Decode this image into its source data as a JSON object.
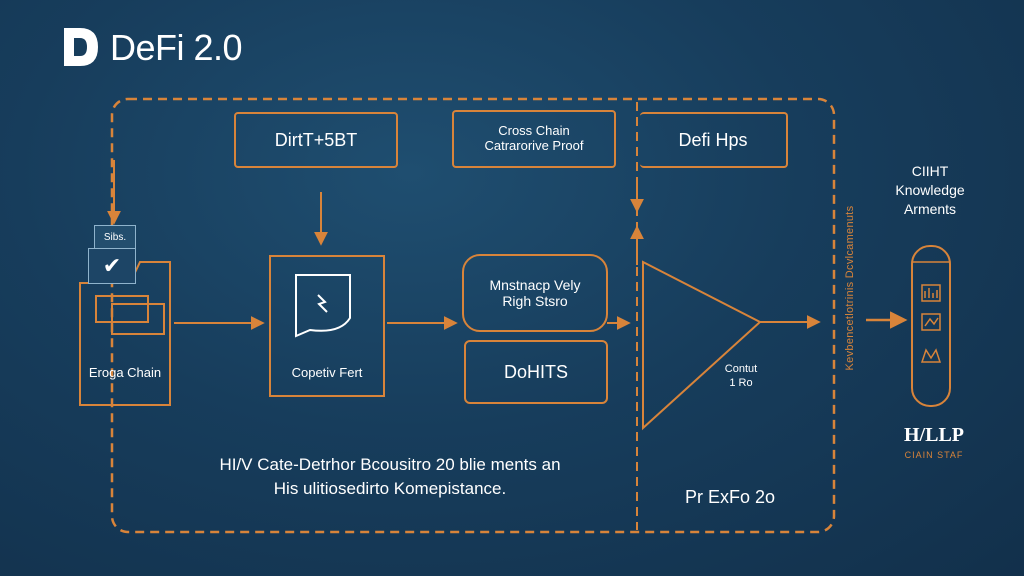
{
  "logo": {
    "text": "DeFi 2.0"
  },
  "top_boxes": {
    "box1": "DirtT+5BT",
    "box2_line1": "Cross Chain",
    "box2_line2": "Catrarorive Proof",
    "box3": "Defi Hps"
  },
  "left_node": {
    "badge": "Sibs.",
    "label": "Eroga Chain"
  },
  "center_node": {
    "label": "Copetiv Fert"
  },
  "pill_top": {
    "line1": "Mnstnacp Vely",
    "line2": "Righ Stsro"
  },
  "pill_bottom": {
    "label": "DoHITS"
  },
  "triangle_note": {
    "line1": "Contut",
    "line2": "1 Ro"
  },
  "description": {
    "line1": "HI/V Cate-Detrhor Bcousitro 20 blie ments an",
    "line2": "His ulitiosedirto Komepistance."
  },
  "footer_label": "Pr ExFo 2o",
  "vertical_text": "Kevbencetlotrinis Dcvlcamenuts",
  "right_panel": {
    "line1": "CIIHT",
    "line2": "Knowledge",
    "line3": "Arments"
  },
  "right_brand": {
    "title": "H/LLP",
    "subtitle": "CIAIN STAF"
  },
  "colors": {
    "accent": "#d8843a",
    "background": "#173d5c",
    "text": "#ffffff"
  }
}
